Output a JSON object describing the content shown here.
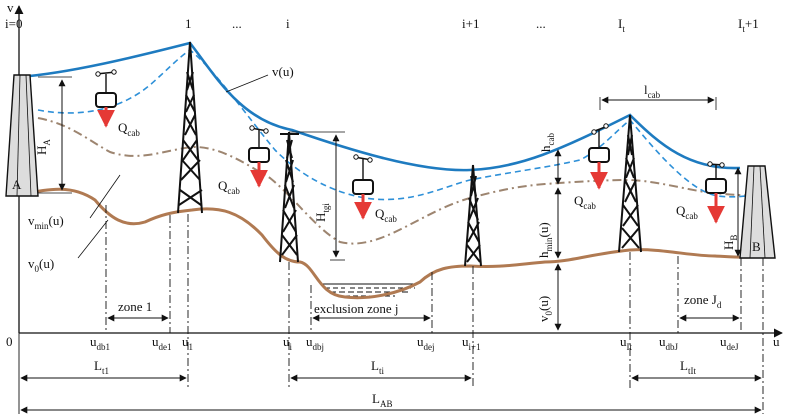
{
  "axes": {
    "y_label": "v",
    "x_label": "u",
    "origin": "0"
  },
  "tower_indices": {
    "i0": "i=0",
    "one": "1",
    "dots_left": "...",
    "i": "i",
    "i_plus_1": "i+1",
    "dots_right": "...",
    "It": "I",
    "It_sub": "t",
    "It_plus_1": "I",
    "It_plus_1_sub": "t",
    "It_plus_1_suffix": "+1"
  },
  "stations": {
    "A": "A",
    "B": "B"
  },
  "curves": {
    "v_u": "v(u)",
    "v_min": "v",
    "v_min_sub": "min",
    "v_min_arg": "(u)",
    "v0": "v",
    "v0_sub": "0",
    "v0_arg": "(u)"
  },
  "heights": {
    "HA": "H",
    "HA_sub": "A",
    "HB": "H",
    "HB_sub": "B",
    "Htgi": "H",
    "Htgi_sub": "tgi",
    "hcab": "h",
    "hcab_sub": "cab",
    "hmin": "h",
    "hmin_sub": "min",
    "hmin_arg": "(u)",
    "v0_dim": "v",
    "v0_dim_sub": "0",
    "v0_dim_arg": "(u)",
    "lcab": "l",
    "lcab_sub": "cab"
  },
  "loads": {
    "q": "Q",
    "q_sub": "cab"
  },
  "zones": {
    "zone1": "zone 1",
    "exclusion": "exclusion zone j",
    "zoneJ": "zone J",
    "zoneJ_sub": "d"
  },
  "u_ticks": [
    {
      "main": "u",
      "sub": "db1"
    },
    {
      "main": "u",
      "sub": "de1"
    },
    {
      "main": "u",
      "sub": "1"
    },
    {
      "main": "u",
      "sub": "i"
    },
    {
      "main": "u",
      "sub": "dbj"
    },
    {
      "main": "u",
      "sub": "dej"
    },
    {
      "main": "u",
      "sub": "i+1"
    },
    {
      "main": "u",
      "sub": "It"
    },
    {
      "main": "u",
      "sub": "dbJ"
    },
    {
      "main": "u",
      "sub": "deJ"
    }
  ],
  "lengths": {
    "Lt1": "L",
    "Lt1_sub": "t1",
    "Lti": "L",
    "Lti_sub": "ti",
    "LtIt": "L",
    "LtIt_sub": "tIt",
    "LAB": "L",
    "LAB_sub": "AB"
  },
  "colors": {
    "cable": "#1e7bc0",
    "cable_dashed": "#2e90d8",
    "terrain": "#b07a52",
    "vmin": "#9d8570",
    "load_arrow": "#e53935",
    "station": "#dddddd"
  }
}
